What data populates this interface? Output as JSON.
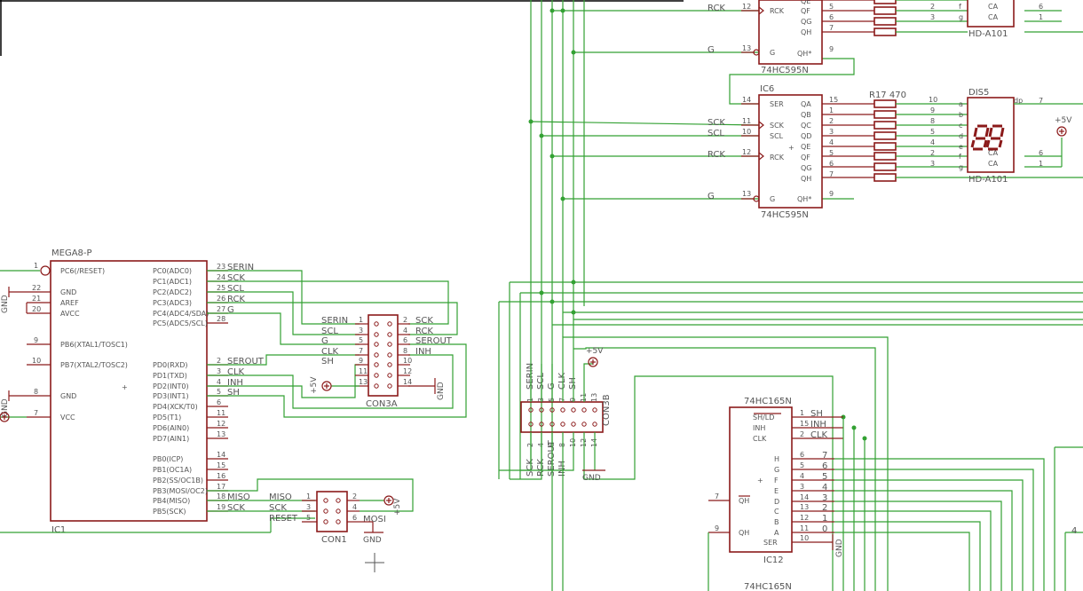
{
  "parts": {
    "ic1": {
      "name": "IC1",
      "value": "MEGA8-P"
    },
    "ic6": {
      "name": "IC6",
      "value": "74HC595N"
    },
    "ic_top": {
      "value": "74HC595N"
    },
    "ic12": {
      "name": "IC12",
      "value": "74HC165N"
    },
    "ic_bottom": {
      "value": "74HC165N"
    },
    "dis5": {
      "name": "DIS5",
      "value": "HD-A101"
    },
    "dis_top": {
      "value": "HD-A101"
    },
    "r17": {
      "label": "R17 470"
    },
    "con3a": {
      "name": "CON3A"
    },
    "con3b": {
      "name": "CON3B"
    },
    "con1": {
      "name": "CON1"
    }
  },
  "power": {
    "plus5v": "+5V",
    "gnd": "GND"
  },
  "mega8": {
    "left_pins": [
      {
        "num": "1",
        "name": "PC6(/RESET)"
      },
      {
        "num": "22",
        "name": "GND"
      },
      {
        "num": "21",
        "name": "AREF"
      },
      {
        "num": "20",
        "name": "AVCC"
      },
      {
        "num": "9",
        "name": "PB6(XTAL1/TOSC1)"
      },
      {
        "num": "10",
        "name": "PB7(XTAL2/TOSC2)"
      },
      {
        "num": "8",
        "name": "GND"
      },
      {
        "num": "7",
        "name": "VCC"
      }
    ],
    "right_pins": [
      {
        "num": "23",
        "name": "PC0(ADC0)",
        "net": "SERIN"
      },
      {
        "num": "24",
        "name": "PC1(ADC1)",
        "net": "SCK"
      },
      {
        "num": "25",
        "name": "PC2(ADC2)",
        "net": "SCL"
      },
      {
        "num": "26",
        "name": "PC3(ADC3)",
        "net": "RCK"
      },
      {
        "num": "27",
        "name": "PC4(ADC4/SDA)",
        "net": "G"
      },
      {
        "num": "28",
        "name": "PC5(ADC5/SCL)",
        "net": ""
      },
      {
        "num": "2",
        "name": "PD0(RXD)",
        "net": "SEROUT"
      },
      {
        "num": "3",
        "name": "PD1(TXD)",
        "net": "CLK"
      },
      {
        "num": "4",
        "name": "PD2(INT0)",
        "net": "INH"
      },
      {
        "num": "5",
        "name": "PD3(INT1)",
        "net": "SH"
      },
      {
        "num": "6",
        "name": "PD4(XCK/T0)",
        "net": ""
      },
      {
        "num": "11",
        "name": "PD5(T1)",
        "net": ""
      },
      {
        "num": "12",
        "name": "PD6(AIN0)",
        "net": ""
      },
      {
        "num": "13",
        "name": "PD7(AIN1)",
        "net": ""
      },
      {
        "num": "14",
        "name": "PB0(ICP)",
        "net": ""
      },
      {
        "num": "15",
        "name": "PB1(OC1A)",
        "net": ""
      },
      {
        "num": "16",
        "name": "PB2(SS/OC1B)",
        "net": ""
      },
      {
        "num": "17",
        "name": "PB3(MOSI/OC2)",
        "net": ""
      },
      {
        "num": "18",
        "name": "PB4(MISO)",
        "net": "MISO"
      },
      {
        "num": "19",
        "name": "PB5(SCK)",
        "net": "SCK"
      }
    ]
  },
  "con3a": {
    "left": [
      {
        "num": "1",
        "net": "SERIN"
      },
      {
        "num": "3",
        "net": "SCL"
      },
      {
        "num": "5",
        "net": "G"
      },
      {
        "num": "7",
        "net": "CLK"
      },
      {
        "num": "9",
        "net": "SH"
      },
      {
        "num": "11",
        "net": ""
      },
      {
        "num": "13",
        "net": ""
      }
    ],
    "right": [
      {
        "num": "2",
        "net": "SCK"
      },
      {
        "num": "4",
        "net": "RCK"
      },
      {
        "num": "6",
        "net": "SEROUT"
      },
      {
        "num": "8",
        "net": "INH"
      },
      {
        "num": "10",
        "net": ""
      },
      {
        "num": "12",
        "net": ""
      },
      {
        "num": "14",
        "net": ""
      }
    ]
  },
  "con3b": {
    "top": [
      {
        "num": "1",
        "net": "SERIN"
      },
      {
        "num": "3",
        "net": "SCL"
      },
      {
        "num": "5",
        "net": "G"
      },
      {
        "num": "7",
        "net": "CLK"
      },
      {
        "num": "9",
        "net": "SH"
      },
      {
        "num": "11",
        "net": ""
      },
      {
        "num": "13",
        "net": ""
      }
    ],
    "bottom": [
      {
        "num": "2",
        "net": "SCK"
      },
      {
        "num": "4",
        "net": "RCK"
      },
      {
        "num": "6",
        "net": "SEROUT"
      },
      {
        "num": "8",
        "net": "INH"
      },
      {
        "num": "10",
        "net": ""
      },
      {
        "num": "12",
        "net": ""
      },
      {
        "num": "14",
        "net": ""
      }
    ]
  },
  "con1": {
    "left": [
      {
        "num": "1",
        "net": "MISO"
      },
      {
        "num": "3",
        "net": "SCK"
      },
      {
        "num": "5",
        "net": "RESET"
      }
    ],
    "right": [
      {
        "num": "2",
        "net": ""
      },
      {
        "num": "4",
        "net": "MOSI"
      },
      {
        "num": "6",
        "net": ""
      }
    ]
  },
  "hc595": {
    "left_pins": [
      {
        "num": "14",
        "name": "SER"
      },
      {
        "num": "11",
        "name": "SCK"
      },
      {
        "num": "10",
        "name": "SCL"
      },
      {
        "num": "12",
        "name": "RCK"
      },
      {
        "num": "13",
        "name": "G"
      }
    ],
    "right_pins": [
      {
        "num": "15",
        "name": "QA"
      },
      {
        "num": "1",
        "name": "QB"
      },
      {
        "num": "2",
        "name": "QC"
      },
      {
        "num": "3",
        "name": "QD"
      },
      {
        "num": "4",
        "name": "QE"
      },
      {
        "num": "5",
        "name": "QF"
      },
      {
        "num": "6",
        "name": "QG"
      },
      {
        "num": "7",
        "name": "QH"
      },
      {
        "num": "9",
        "name": "QH*"
      }
    ],
    "left_nets": {
      "sck": "SCK",
      "scl": "SCL",
      "rck": "RCK",
      "g": "G"
    }
  },
  "hc595_top_visible": {
    "right_pins": [
      {
        "num": "5",
        "name": "QF"
      },
      {
        "num": "6",
        "name": "QG"
      },
      {
        "num": "7",
        "name": "QH"
      },
      {
        "num": "9",
        "name": "QH*"
      }
    ],
    "left": [
      {
        "num": "12",
        "name": "RCK",
        "net": "RCK"
      },
      {
        "num": "13",
        "name": "G",
        "net": "G"
      }
    ],
    "seg_rows": [
      {
        "pin": "2",
        "seg": "f"
      },
      {
        "pin": "3",
        "seg": "g"
      }
    ],
    "ca": [
      {
        "name": "CA",
        "num": "6"
      },
      {
        "name": "CA",
        "num": "1"
      }
    ]
  },
  "display": {
    "seg_rows": [
      {
        "pin": "10",
        "seg": "a"
      },
      {
        "pin": "9",
        "seg": "b"
      },
      {
        "pin": "8",
        "seg": "c"
      },
      {
        "pin": "5",
        "seg": "d"
      },
      {
        "pin": "4",
        "seg": "e"
      },
      {
        "pin": "2",
        "seg": "f"
      },
      {
        "pin": "3",
        "seg": "g"
      }
    ],
    "dp": {
      "name": "dp",
      "num": "7"
    },
    "ca": [
      {
        "name": "CA",
        "num": "6"
      },
      {
        "name": "CA",
        "num": "1"
      }
    ]
  },
  "hc165": {
    "top_pins": [
      {
        "num": "1",
        "name": "SH/LD",
        "net": "SH"
      },
      {
        "num": "15",
        "name": "INH",
        "net": "INH"
      },
      {
        "num": "2",
        "name": "CLK",
        "net": "CLK"
      }
    ],
    "data_pins": [
      {
        "num": "6",
        "name": "H",
        "net": "7"
      },
      {
        "num": "5",
        "name": "G",
        "net": "6"
      },
      {
        "num": "4",
        "name": "F",
        "net": "5"
      },
      {
        "num": "3",
        "name": "E",
        "net": "4"
      },
      {
        "num": "14",
        "name": "D",
        "net": "3"
      },
      {
        "num": "13",
        "name": "C",
        "net": "2"
      },
      {
        "num": "12",
        "name": "B",
        "net": "1"
      },
      {
        "num": "11",
        "name": "A",
        "net": "0"
      }
    ],
    "qh_bar": {
      "num": "7",
      "name": "QH"
    },
    "qh": {
      "num": "9",
      "name": "QH"
    },
    "ser": {
      "num": "10",
      "name": "SER"
    },
    "far_right_net": "4"
  }
}
